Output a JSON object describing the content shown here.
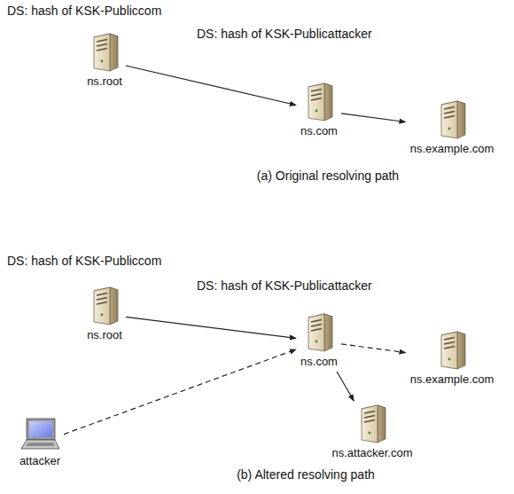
{
  "diagram": {
    "nodes": [
      {
        "text": [
          "ns.root"
        ]
      },
      {
        "text": [
          "ns.com"
        ]
      },
      {
        "text": [
          "ns.example.com"
        ]
      },
      {
        "text": [
          "ns.root"
        ]
      },
      {
        "text": [
          "ns.com"
        ]
      },
      {
        "text": [
          "ns.example.com"
        ]
      },
      {
        "text": [
          "attacker"
        ]
      },
      {
        "text": [
          "ns.attacker.com"
        ]
      }
    ],
    "edges": [
      {
        "from": 0,
        "to": 1,
        "arrow": "to"
      },
      {
        "from": 1,
        "to": 2,
        "arrow": "to"
      },
      {
        "from": 3,
        "to": 4,
        "arrow": "to"
      },
      {
        "from": 4,
        "to": 5,
        "arrow": "to"
      },
      {
        "from": 6,
        "to": 4,
        "arrow": "to"
      },
      {
        "from": 4,
        "to": 7,
        "arrow": "to"
      }
    ],
    "labels": [
      "DS: hash of KSK-Publiccom",
      "DS: hash of KSK-Publicattacker",
      "(a) Original resolving path",
      "DS: hash of KSK-Publiccom",
      "DS: hash of KSK-Publicattacker",
      "(b) Altered resolving path"
    ]
  }
}
